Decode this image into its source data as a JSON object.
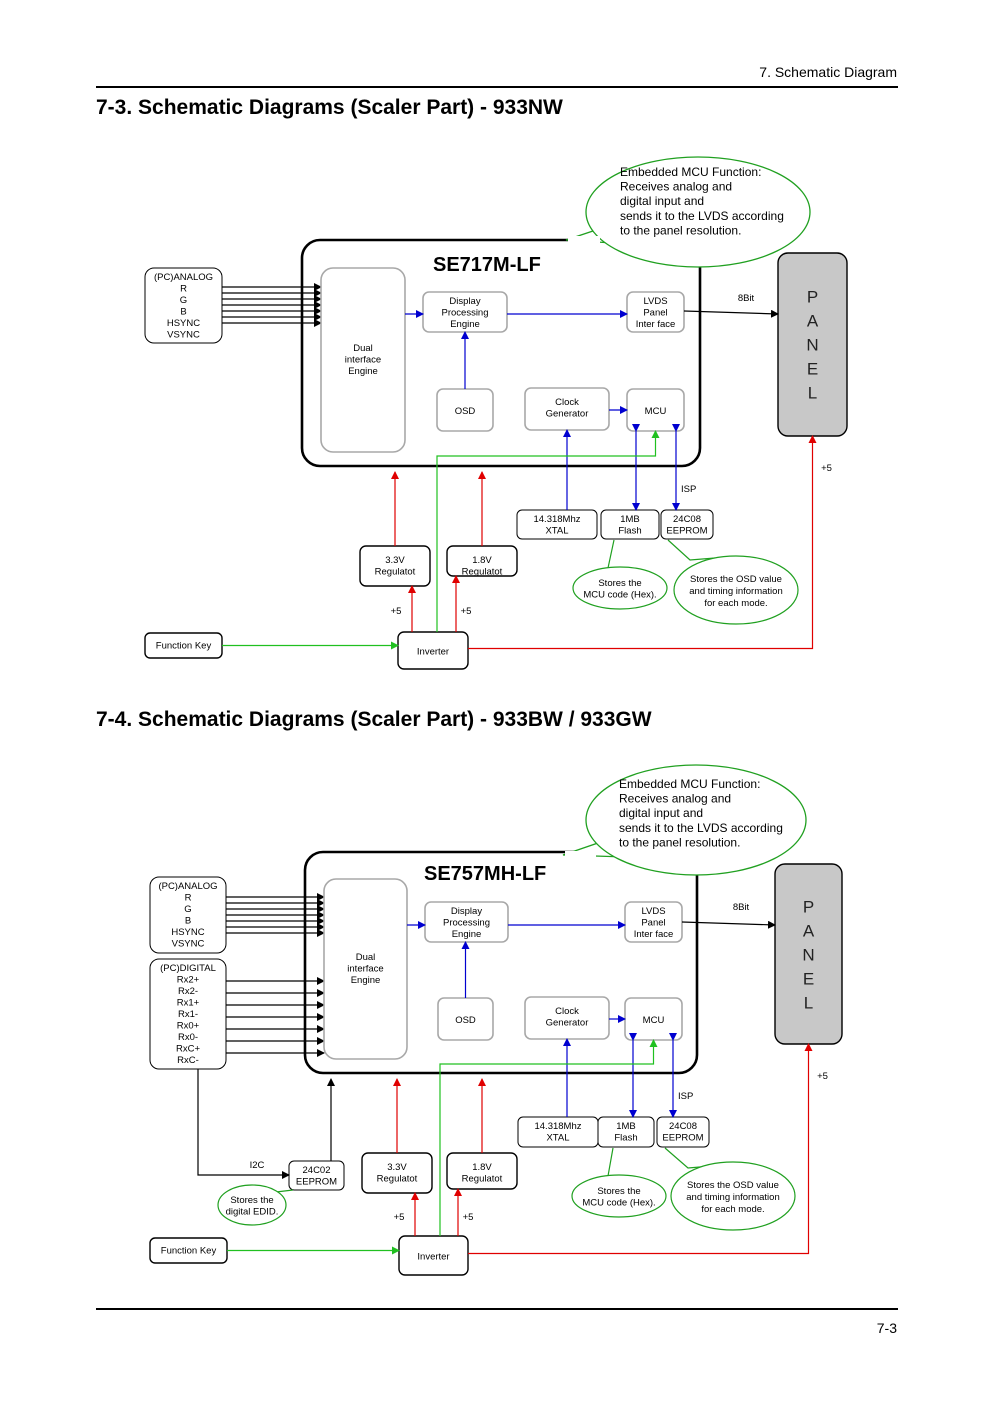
{
  "header": {
    "chapter": "7. Schematic Diagram"
  },
  "footer": {
    "page": "7-3"
  },
  "common": {
    "bubble_lines": [
      "Embedded MCU Function:",
      "Receives analog and",
      "digital input and",
      "sends it to the LVDS according",
      "to the panel resolution."
    ],
    "analog_lines": [
      "(PC)ANALOG",
      "R",
      "G",
      "B",
      "HSYNC",
      "VSYNC"
    ],
    "dual_lines": [
      "Dual",
      "interface",
      "Engine"
    ],
    "dpe_lines": [
      "Display",
      "Processing",
      "Engine"
    ],
    "lvds_lines": [
      "LVDS",
      "Panel",
      "Inter face"
    ],
    "osd": "OSD",
    "clock_lines": [
      "Clock",
      "Generator"
    ],
    "mcu": "MCU",
    "panel_letters": [
      "P",
      "A",
      "N",
      "E",
      "L"
    ],
    "bit8": "8Bit",
    "plus5": "+5",
    "isp": "ISP",
    "xtal_lines": [
      "14.318Mhz",
      "XTAL"
    ],
    "flash_lines": [
      "1MB",
      "Flash"
    ],
    "eeprom_lines": [
      "24C08",
      "EEPROM"
    ],
    "reg33_lines": [
      "3.3V",
      "Regulatot"
    ],
    "reg18_lines": [
      "1.8V",
      "Regulatot"
    ],
    "mcu_code_lines": [
      "Stores the",
      "MCU code (Hex)."
    ],
    "osd_value_lines": [
      "Stores the OSD value",
      "and timing information",
      "for each mode."
    ],
    "function_key": "Function Key",
    "inverter": "Inverter"
  },
  "section1": {
    "title": "7-3. Schematic Diagrams (Scaler Part) - 933NW",
    "chip": "SE717M-LF"
  },
  "section2": {
    "title": "7-4. Schematic Diagrams (Scaler Part) - 933BW / 933GW",
    "chip": "SE757MH-LF",
    "digital_lines": [
      "(PC)DIGITAL",
      "Rx2+",
      "Rx2-",
      "Rx1+",
      "Rx1-",
      "Rx0+",
      "Rx0-",
      "RxC+",
      "RxC-"
    ],
    "i2c": "I2C",
    "eeprom2_lines": [
      "24C02",
      "EEPROM"
    ],
    "edid_lines": [
      "Stores the",
      "digital EDID."
    ]
  }
}
